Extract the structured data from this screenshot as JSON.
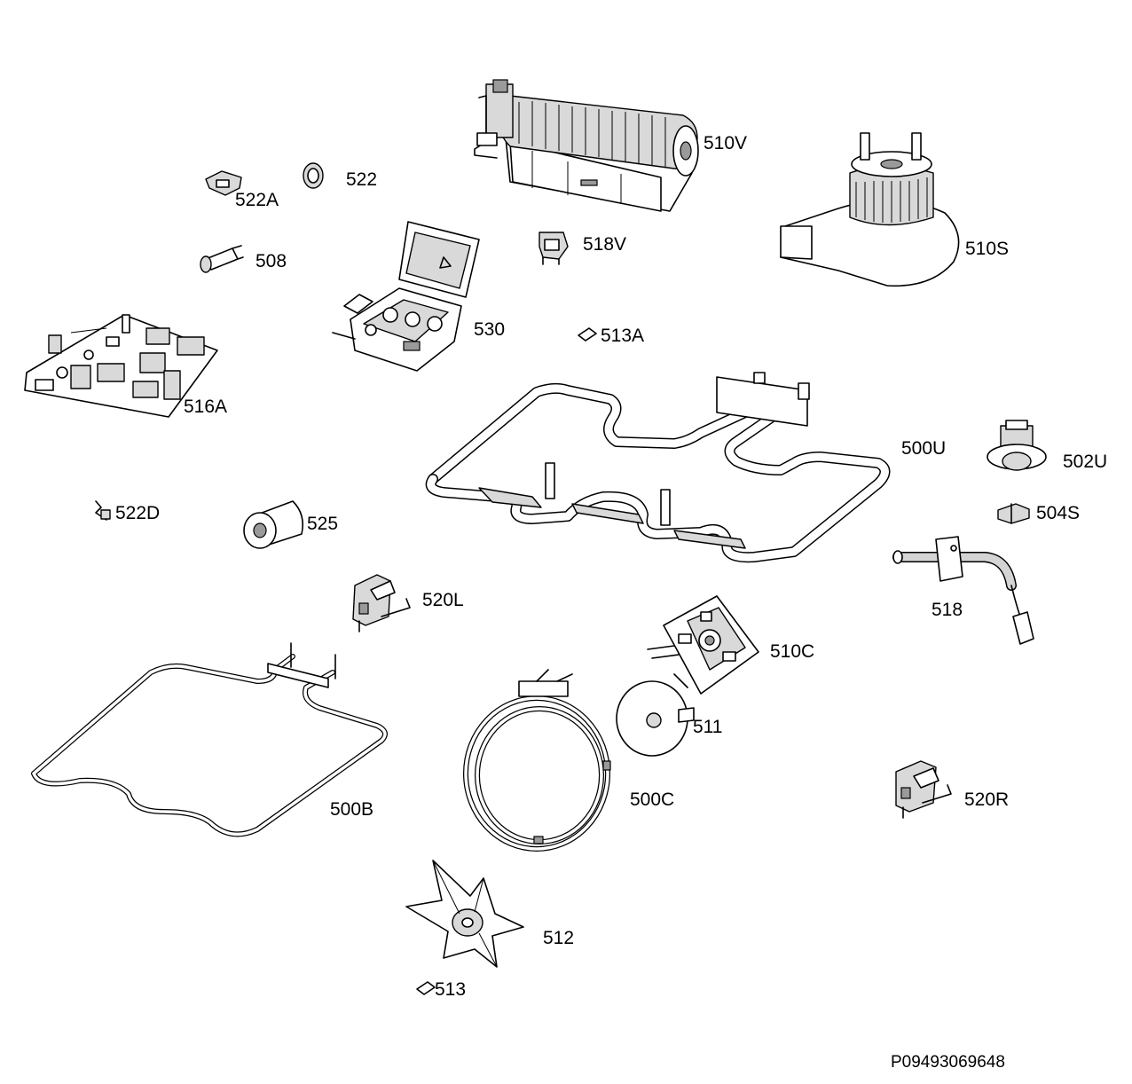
{
  "labels": {
    "p510V": "510V",
    "p522": "522",
    "p522A": "522A",
    "p508": "508",
    "p518V": "518V",
    "p510S": "510S",
    "p530": "530",
    "p513A": "513A",
    "p516A": "516A",
    "p500U": "500U",
    "p502U": "502U",
    "p504S": "504S",
    "p522D": "522D",
    "p525": "525",
    "p518": "518",
    "p520L": "520L",
    "p510C": "510C",
    "p511": "511",
    "p500B": "500B",
    "p500C": "500C",
    "p520R": "520R",
    "p512": "512",
    "p513": "513"
  },
  "reference": "P09493069648"
}
